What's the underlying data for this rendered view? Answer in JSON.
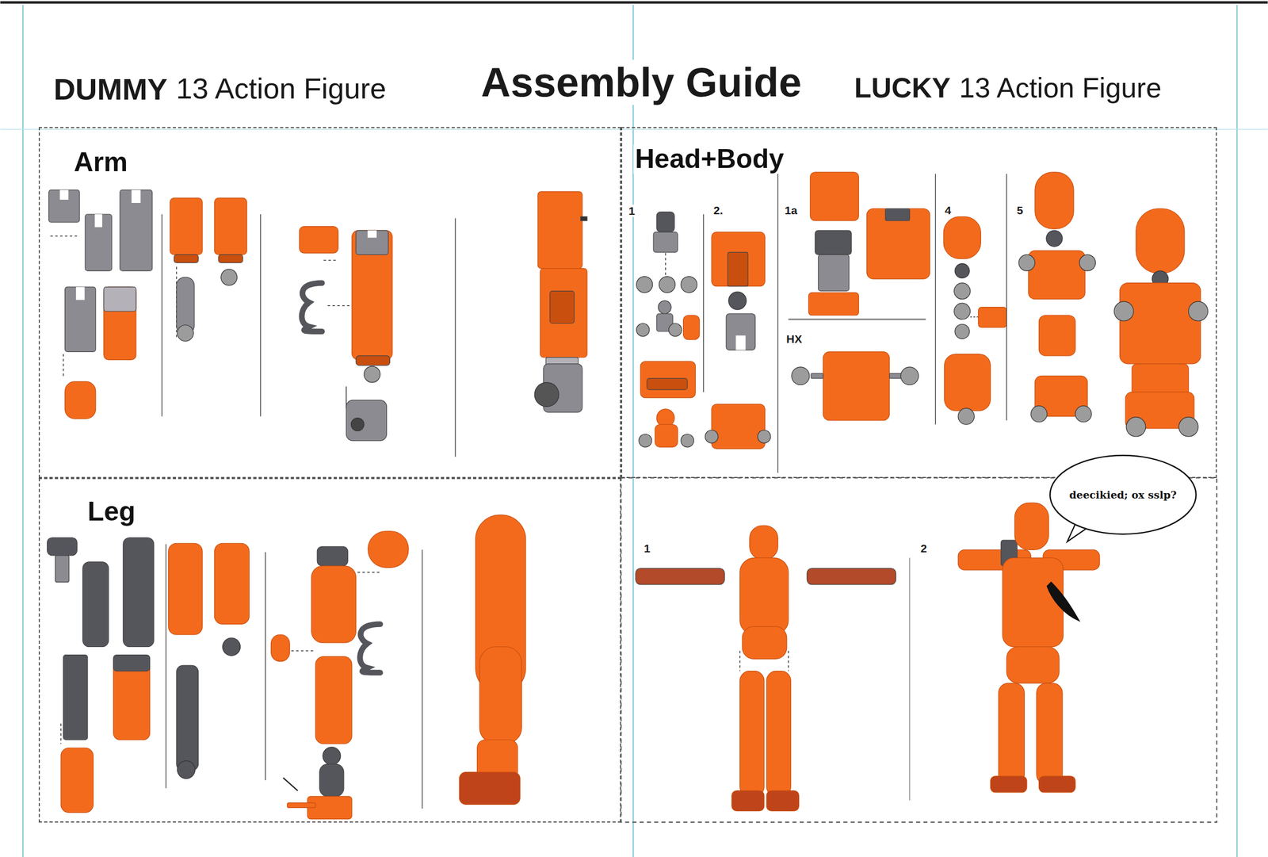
{
  "diagram": {
    "title": "Assembly Guide",
    "nodes": [
      {
        "text": [
          "Arm"
        ]
      },
      {
        "text": [
          "Head+Body"
        ]
      },
      {
        "text": [
          "Leg"
        ]
      },
      {
        "text": [
          "deecikied; ox sslp?"
        ]
      }
    ],
    "labels": [
      "DUMMY",
      "13 Action Figure",
      "LUCKY",
      "13 Action Figure",
      "1",
      "2.",
      "1a",
      "4",
      "5",
      "HX",
      "1",
      "2"
    ]
  }
}
